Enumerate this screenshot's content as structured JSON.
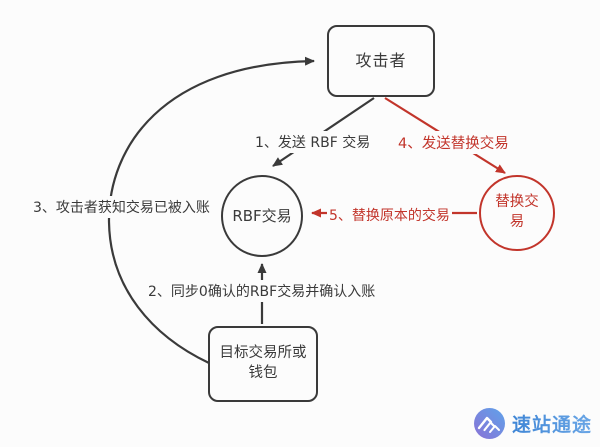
{
  "diagram": {
    "background": "#fcfcfc",
    "colors": {
      "line": "#3a3a3a",
      "accent_red": "#c2352b",
      "watermark_blue": "#4a90d5"
    },
    "nodes": {
      "attacker": {
        "label": "攻击者",
        "shape": "rounded-rectangle"
      },
      "rbf": {
        "label": "RBF交易",
        "shape": "circle"
      },
      "replacement": {
        "line1": "替换交",
        "line2": "易",
        "shape": "circle",
        "color": "#c2352b"
      },
      "target": {
        "line1": "目标交易所或",
        "line2": "钱包",
        "shape": "rounded-rectangle"
      }
    },
    "edge_labels": {
      "step1": "1、发送 RBF 交易",
      "step2": "2、同步0确认的RBF交易并确认入账",
      "step3": "3、攻击者获知交易已被入账",
      "step4": "4、发送替换交易",
      "step5": "5、替换原本的交易"
    }
  },
  "watermark": {
    "text": "速站通途",
    "logo_icon": "mountain-stripes-logo"
  }
}
